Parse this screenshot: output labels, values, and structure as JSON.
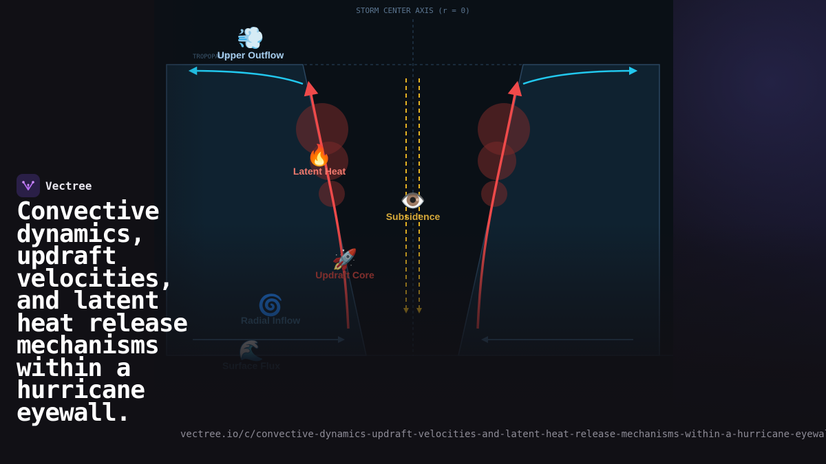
{
  "brand": {
    "name": "Vectree",
    "logo_icon": "vectree-logo-icon"
  },
  "headline": "Convective dynamics, updraft velocities, and latent heat release mechanisms within a hurricane eyewall.",
  "url": "vectree.io/c/convective-dynamics-updraft-velocities-and-latent-heat-release-mechanisms-within-a-hurricane-eyewall",
  "diagram": {
    "axis_label": "STORM CENTER AXIS (r = 0)",
    "tropopause_label": "TROPOPAUSE",
    "labels": {
      "upper_outflow": {
        "text": "Upper Outflow",
        "icon": "💨"
      },
      "latent_heat": {
        "text": "Latent Heat",
        "icon": "🔥"
      },
      "subsidence": {
        "text": "Subsidence",
        "icon": "👁️"
      },
      "updraft_core": {
        "text": "Updraft Core",
        "icon": "🚀"
      },
      "radial_inflow": {
        "text": "Radial Inflow",
        "icon": "🌀"
      },
      "surface_flux": {
        "text": "Surface Flux",
        "icon": "🌊"
      }
    },
    "colors": {
      "updraft": "#ef4a4a",
      "outflow": "#22c8ee",
      "subsidence": "#e6b422",
      "heat_blob": "#7a2a2a",
      "eyewall_panel": "#0f2230",
      "label_outflow": "#a8cff0",
      "label_heat": "#f07a6e",
      "label_subsidence": "#d6a93a",
      "label_updraft": "#c2413a",
      "label_inflow": "#3a6a8a",
      "axis_text": "#5b7590"
    }
  }
}
